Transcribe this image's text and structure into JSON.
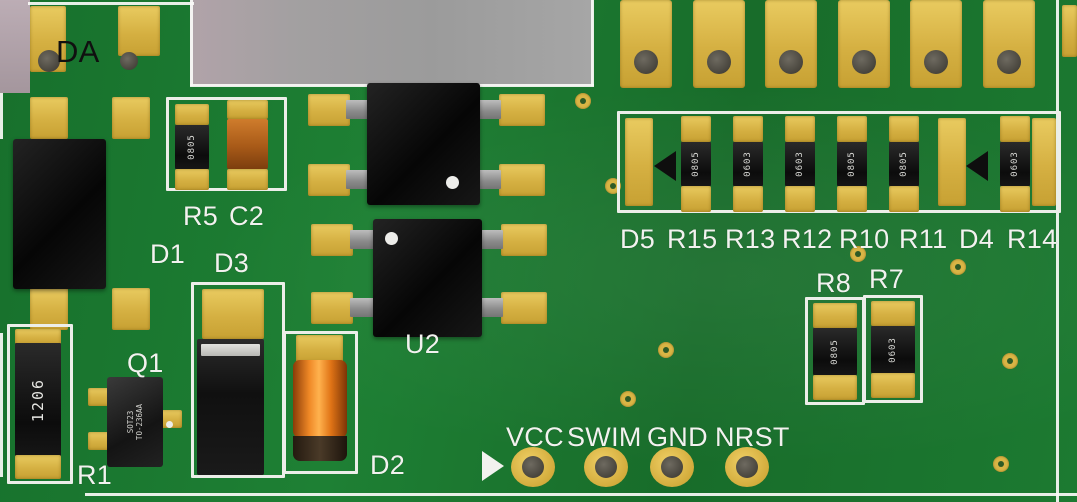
{
  "colors": {
    "pcb_green": "#1b7a31",
    "pad_gold": "#d9b545",
    "silkscreen_white": "#f2f2ef",
    "component_black": "#141414",
    "capacitor_orange": "#e8821e",
    "background_gray": "#9e9e9e",
    "background_mauve": "#b3a4ab"
  },
  "board_marking": {
    "text": "DA"
  },
  "designators": {
    "d1": "D1",
    "d2": "D2",
    "d3": "D3",
    "u2": "U2",
    "q1": "Q1",
    "r1": "R1",
    "r5": "R5",
    "c2": "C2",
    "r8": "R8",
    "r7": "R7"
  },
  "package_markings": {
    "r5": "0805",
    "r1": "1206",
    "q1_line1": "SOT23",
    "q1_line2": "TO-236AA",
    "r8": "0805",
    "r7": "0603",
    "r14": "0603"
  },
  "resistor_row": {
    "labels": [
      "D5",
      "R15",
      "R13",
      "R12",
      "R10",
      "R11",
      "D4",
      "R14"
    ],
    "chip_markings": [
      "0805",
      "0603",
      "0603",
      "0805",
      "0805"
    ]
  },
  "programming_header": {
    "pins": [
      "VCC",
      "SWIM",
      "GND",
      "NRST"
    ]
  }
}
